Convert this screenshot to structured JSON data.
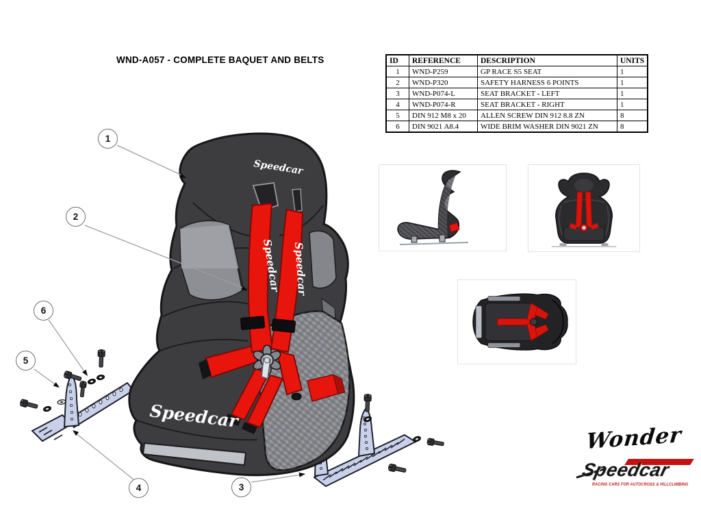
{
  "title": "WND-A057 - COMPLETE BAQUET AND BELTS",
  "parts_table": {
    "headers": {
      "id": "ID",
      "reference": "REFERENCE",
      "description": "DESCRIPTION",
      "units": "UNITS"
    },
    "rows": [
      {
        "id": "1",
        "reference": "WND-P259",
        "description": "GP RACE S5 SEAT",
        "units": "1"
      },
      {
        "id": "2",
        "reference": "WND-P320",
        "description": "SAFETY HARNESS 6 POINTS",
        "units": "1"
      },
      {
        "id": "3",
        "reference": "WND-P074-L",
        "description": "SEAT BRACKET - LEFT",
        "units": "1"
      },
      {
        "id": "4",
        "reference": "WND-P074-R",
        "description": "SEAT BRACKET - RIGHT",
        "units": "1"
      },
      {
        "id": "5",
        "reference": "DIN 912 M8 x 20",
        "description": "ALLEN SCREW DIN 912 8.8 ZN",
        "units": "8"
      },
      {
        "id": "6",
        "reference": "DIN 9021 A8.4",
        "description": "WIDE BRIM WASHER DIN 9021 ZN",
        "units": "8"
      }
    ]
  },
  "callouts": {
    "c1": "1",
    "c2": "2",
    "c3": "3",
    "c4": "4",
    "c5": "5",
    "c6": "6"
  },
  "branding": {
    "seat_script": "Speedcar",
    "wonder_logo": "Wonder",
    "speedcar_logo": "Speedcar",
    "speedcar_tagline": "RACING CARS FOR AUTOCROSS & HILLCLIMBING"
  },
  "colors": {
    "harness_red": "#e8150d",
    "seat_dark": "#3d3d40",
    "panel_gray": "#8e8f94",
    "bracket_blue": "#c9d1ea",
    "logo_red": "#c41212",
    "leader_gray": "#9e9e9e"
  }
}
